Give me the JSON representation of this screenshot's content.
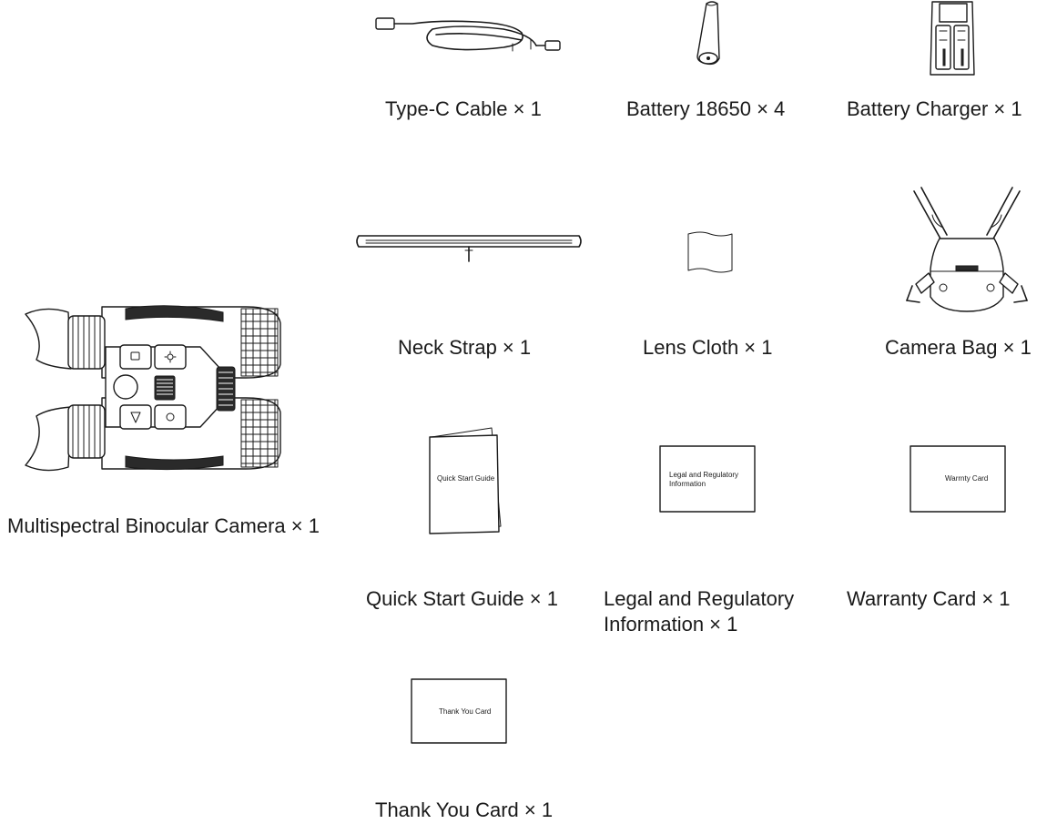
{
  "items": [
    {
      "id": "camera",
      "caption": "Multispectral Binocular Camera × 1"
    },
    {
      "id": "cable",
      "caption": "Type-C Cable × 1"
    },
    {
      "id": "battery",
      "caption": "Battery 18650 × 4"
    },
    {
      "id": "charger",
      "caption": "Battery Charger × 1"
    },
    {
      "id": "strap",
      "caption": "Neck Strap × 1"
    },
    {
      "id": "cloth",
      "caption": "Lens Cloth × 1"
    },
    {
      "id": "bag",
      "caption": "Camera Bag × 1"
    },
    {
      "id": "guide",
      "caption": "Quick Start Guide × 1"
    },
    {
      "id": "legal",
      "caption": "Legal and Regulatory Information × 1"
    },
    {
      "id": "warranty",
      "caption": "Warranty Card × 1"
    },
    {
      "id": "thankyou",
      "caption": "Thank You Card × 1"
    }
  ],
  "printed": {
    "guide_cover": "Quick Start Guide",
    "legal_cover_line1": "Legal and Regulatory",
    "legal_cover_line2": "Information",
    "warranty_cover": "Warrnty Card",
    "thankyou_cover": "Thank You Card"
  }
}
